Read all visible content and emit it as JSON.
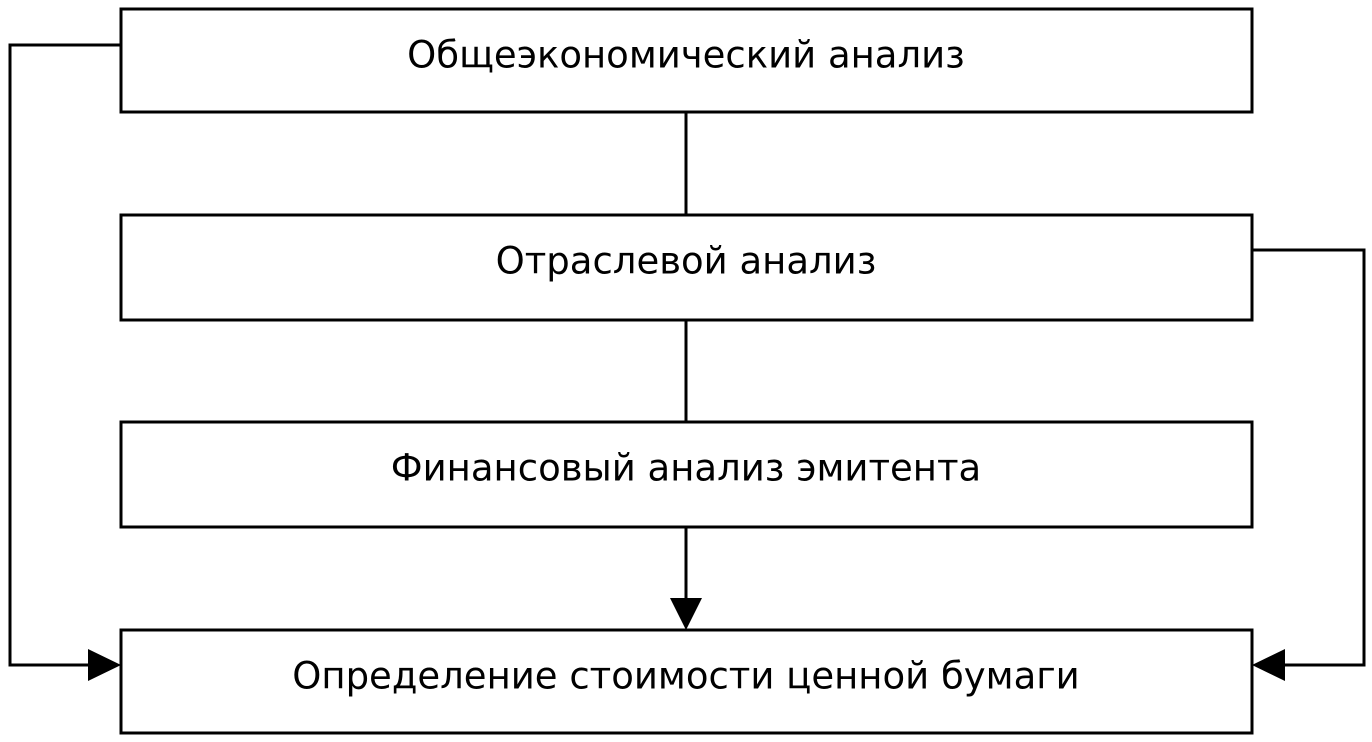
{
  "diagram": {
    "nodes": [
      {
        "id": "general",
        "label": "Общеэкономический анализ"
      },
      {
        "id": "industry",
        "label": "Отраслевой анализ"
      },
      {
        "id": "financial",
        "label": "Финансовый анализ эмитента"
      },
      {
        "id": "valuation",
        "label": "Определение стоимости ценной бумаги"
      }
    ],
    "edges": [
      {
        "from": "general",
        "to": "industry",
        "arrow": false
      },
      {
        "from": "industry",
        "to": "financial",
        "arrow": false
      },
      {
        "from": "financial",
        "to": "valuation",
        "arrow": true
      },
      {
        "from": "general",
        "to": "valuation",
        "arrow": true
      },
      {
        "from": "industry",
        "to": "valuation",
        "arrow": true
      }
    ],
    "colors": {
      "stroke": "#000000",
      "fill": "#ffffff"
    }
  }
}
